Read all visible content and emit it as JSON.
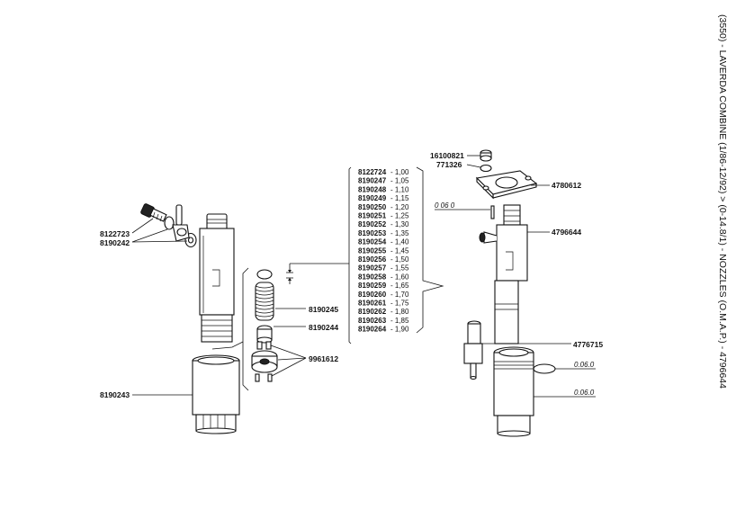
{
  "title": "(3550) - LAVERDA COMBINE (1/86-12/92) > (0-14.8/1) - NOZZLES (O.M.A.P.) - 4796644",
  "left_assembly": {
    "part_8122723": "8122723",
    "part_8190242": "8190242",
    "part_8190243": "8190243"
  },
  "spring_group": {
    "part_8190245": "8190245",
    "part_8190244": "8190244",
    "part_9961612": "9961612"
  },
  "shim_table": [
    {
      "code": "8122724",
      "value": "- 1,00"
    },
    {
      "code": "8190247",
      "value": "- 1,05"
    },
    {
      "code": "8190248",
      "value": "- 1,10"
    },
    {
      "code": "8190249",
      "value": "- 1,15"
    },
    {
      "code": "8190250",
      "value": "- 1,20"
    },
    {
      "code": "8190251",
      "value": "- 1,25"
    },
    {
      "code": "8190252",
      "value": "- 1,30"
    },
    {
      "code": "8190253",
      "value": "- 1,35"
    },
    {
      "code": "8190254",
      "value": "- 1,40"
    },
    {
      "code": "8190255",
      "value": "- 1,45"
    },
    {
      "code": "8190256",
      "value": "- 1,50"
    },
    {
      "code": "8190257",
      "value": "- 1,55"
    },
    {
      "code": "8190258",
      "value": "- 1,60"
    },
    {
      "code": "8190259",
      "value": "- 1,65"
    },
    {
      "code": "8190260",
      "value": "- 1,70"
    },
    {
      "code": "8190261",
      "value": "- 1,75"
    },
    {
      "code": "8190262",
      "value": "- 1,80"
    },
    {
      "code": "8190263",
      "value": "- 1,85"
    },
    {
      "code": "8190264",
      "value": "- 1,90"
    }
  ],
  "right_assembly": {
    "part_16100821": "16100821",
    "part_771326": "771326",
    "part_4780612": "4780612",
    "part_4796644": "4796644",
    "part_4776715": "4776715",
    "dim_top": "0 06 0",
    "dim_ring": "0.06.0",
    "dim_body": "0.06.0"
  }
}
